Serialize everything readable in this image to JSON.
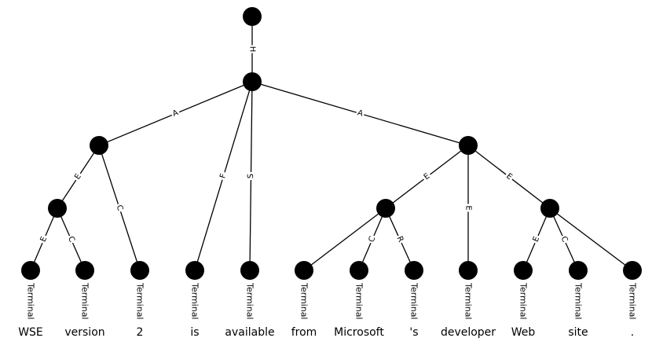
{
  "diagram": {
    "type": "dependency-tree",
    "nodes": [
      "root",
      "n1",
      "a1",
      "a2",
      "e1",
      "e2",
      "e3",
      "t0",
      "t1",
      "t2",
      "t3",
      "t4",
      "t5",
      "t6",
      "t7",
      "t8",
      "t9",
      "t10",
      "t11"
    ],
    "edges": [
      {
        "from": "root",
        "to": "n1",
        "label": "H"
      },
      {
        "from": "n1",
        "to": "a1",
        "label": "A"
      },
      {
        "from": "n1",
        "to": "t3",
        "label": "F"
      },
      {
        "from": "n1",
        "to": "t4",
        "label": "S"
      },
      {
        "from": "n1",
        "to": "a2",
        "label": "A"
      },
      {
        "from": "a1",
        "to": "e1",
        "label": "E"
      },
      {
        "from": "a1",
        "to": "t2",
        "label": "C"
      },
      {
        "from": "e1",
        "to": "t0",
        "label": "E"
      },
      {
        "from": "e1",
        "to": "t1",
        "label": "C"
      },
      {
        "from": "a2",
        "to": "e2",
        "label": "E"
      },
      {
        "from": "a2",
        "to": "t8",
        "label": "E"
      },
      {
        "from": "a2",
        "to": "e3",
        "label": "E"
      },
      {
        "from": "e2",
        "to": "t5",
        "label": ""
      },
      {
        "from": "e2",
        "to": "t6",
        "label": "C"
      },
      {
        "from": "e2",
        "to": "t7",
        "label": "R"
      },
      {
        "from": "e3",
        "to": "t9",
        "label": "E"
      },
      {
        "from": "e3",
        "to": "t10",
        "label": "C"
      },
      {
        "from": "e3",
        "to": "t11",
        "label": ""
      }
    ],
    "terminal_label": "Terminal",
    "words": [
      "WSE",
      "version",
      "2",
      "is",
      "available",
      "from",
      "Microsoft",
      "'s",
      "developer",
      "Web",
      "site",
      "."
    ]
  }
}
